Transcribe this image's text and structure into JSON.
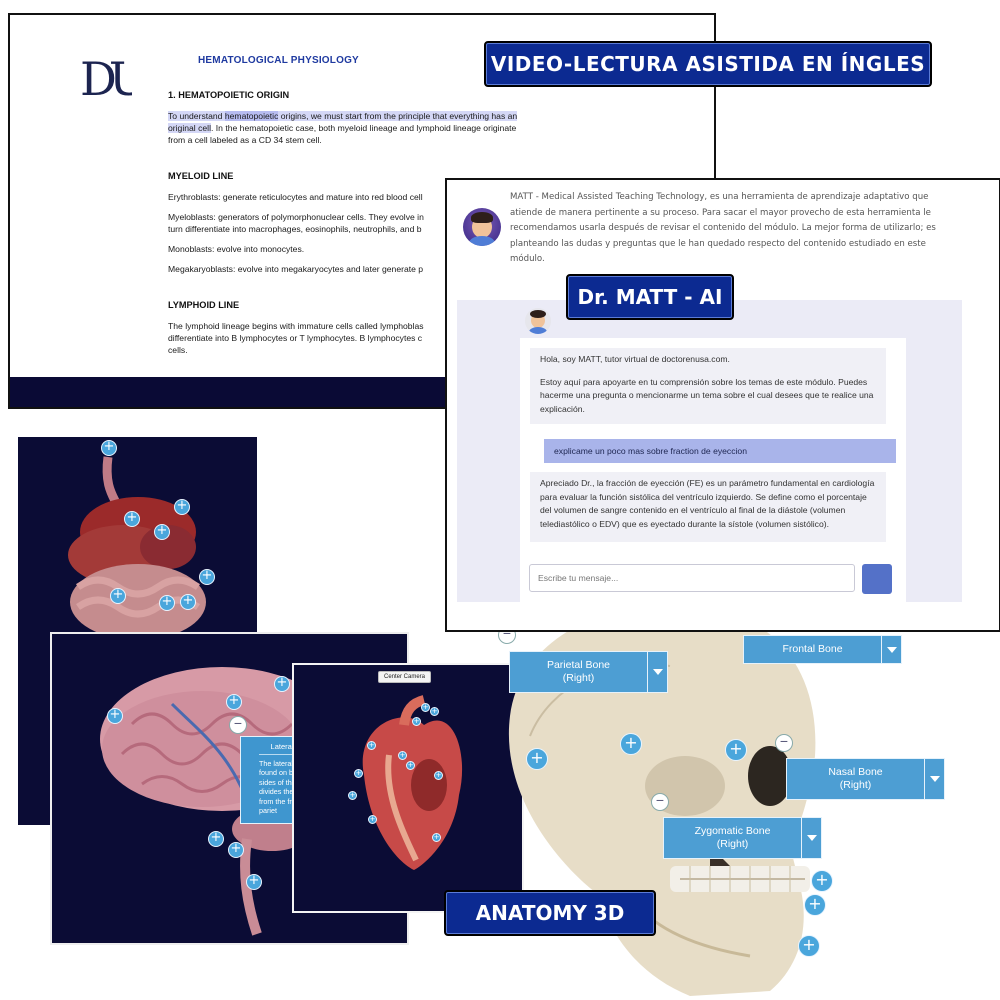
{
  "document": {
    "header": "HEMATOLOGICAL PHYSIOLOGY",
    "logo": "DU",
    "section1_title": "1. HEMATOPOIETIC ORIGIN",
    "section1_line1_a": "To understand ",
    "section1_line1_hl": "hematopoietic",
    "section1_line1_b": " origins, we must start from the principle that everything has an",
    "section1_line2_hl": "original cell",
    "section1_line2_b": ". In the hematopoietic case, both myeloid lineage and lymphoid lineage originate",
    "section1_line3": "from a cell labeled as a CD 34 stem cell.",
    "myeloid_title": "MYELOID LINE",
    "myeloid_p1": "Erythroblasts: generate reticulocytes and mature into red blood cell",
    "myeloid_p2_l1": "Myeloblasts: generators of polymorphonuclear cells. They evolve in",
    "myeloid_p2_l2": "turn differentiate into macrophages, eosinophils, neutrophils, and b",
    "myeloid_p3": "Monoblasts: evolve into monocytes.",
    "myeloid_p4": "Megakaryoblasts: evolve into megakaryocytes and later generate p",
    "lymphoid_title": "LYMPHOID LINE",
    "lymphoid_l1": "The lymphoid lineage begins with immature cells called lymphoblas",
    "lymphoid_l2": "differentiate into B lymphocytes or T lymphocytes. B lymphocytes c",
    "lymphoid_l3": "cells."
  },
  "banners": {
    "video": "VIDEO-LECTURA ASISTIDA EN ÍNGLES",
    "matt": "Dr. MATT - AI",
    "anatomy": "ANATOMY 3D"
  },
  "chat": {
    "intro": "MATT - Medical Assisted Teaching Technology, es una herramienta de aprendizaje adaptativo que atiende de manera pertinente a su proceso. Para sacar el mayor provecho de esta herramienta le recomendamos usarla después de revisar el contenido del módulo. La mejor forma de utilizarlo; es planteando las dudas y preguntas que le han quedado respecto del contenido estudiado en este módulo.",
    "bot_greeting": "Hola, soy MATT, tutor virtual de doctorenusa.com.",
    "bot_help": "Estoy aquí para apoyarte en tu comprensión sobre los temas de este módulo. Puedes hacerme una pregunta o mencionarme un tema sobre el cual desees que te realice una explicación.",
    "user_message": "explicame un poco mas sobre fraction de eyeccion",
    "bot_answer": "Apreciado Dr., la fracción de eyección (FE) es un parámetro fundamental en cardiología para evaluar la función sistólica del ventrículo izquierdo. Se define como el porcentaje del volumen de sangre contenido en el ventrículo al final de la diástole (volumen telediastólico o EDV) que es eyectado durante la sístole (volumen sistólico).",
    "input_placeholder": "Escribe tu mensaje..."
  },
  "anatomy": {
    "center_camera": "Center Camera",
    "lateral_title": "Lateral",
    "lateral_text": "The lateral found on b sides of th divides the from the fr pariet",
    "labels": {
      "parietal": "Parietal Bone\n(Right)",
      "frontal": "Frontal Bone",
      "nasal": "Nasal Bone\n(Right)",
      "zygomatic": "Zygomatic Bone\n(Right)"
    }
  },
  "colors": {
    "banner": "#0c2a91",
    "hotspot": "#4aa6dc",
    "label": "#4d9ed3",
    "panel_bg": "#0b0c35"
  }
}
